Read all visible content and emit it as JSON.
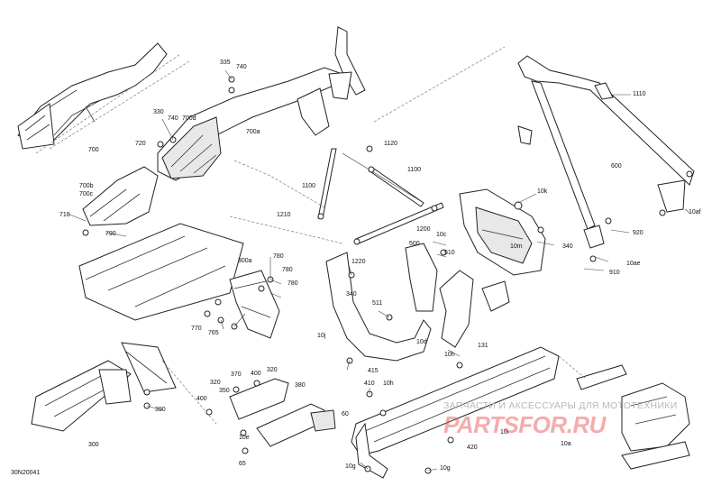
{
  "diagram_code": "30N20041",
  "watermark": {
    "line1": "ЗАПЧАСТИ И АКСЕССУАРЫ ДЛЯ МОТОТЕХНИКИ",
    "logo": "PARTSFOR.RU"
  },
  "callouts": {
    "c335": "335",
    "c740a": "740",
    "c330": "330",
    "c740b": "740",
    "c700d": "700d",
    "c720": "720",
    "c700": "700",
    "c700a": "700a",
    "c700b": "700b",
    "c700c": "700c",
    "c710": "710",
    "c790": "790",
    "c1120": "1120",
    "c1100": "1100",
    "c1110": "1110",
    "c600": "600",
    "c1100b": "1100",
    "c10k": "10k",
    "c10af": "10af",
    "c1210": "1210",
    "c1200": "1200",
    "c10c": "10c",
    "c10m": "10m",
    "c920": "920",
    "c340a": "340",
    "c500": "500",
    "c510": "510",
    "c10ae": "10ae",
    "c910": "910",
    "c1220": "1220",
    "c300a": "300a",
    "c780a": "780",
    "c780b": "780",
    "c780c": "780",
    "c340b": "340",
    "c511": "511",
    "c770": "770",
    "c765": "765",
    "c10j": "10j",
    "c10d": "10d",
    "c131": "131",
    "c10h": "10h",
    "c415": "415",
    "c410": "410",
    "c10h2": "10h",
    "c370": "370",
    "c400": "400",
    "c320a": "320",
    "c320b": "320",
    "c350": "350",
    "c380": "380",
    "c400b": "400",
    "c390": "390",
    "c60": "60",
    "c10e": "10e",
    "c65": "65",
    "c300": "300",
    "c10a": "10a",
    "c10g": "10g",
    "c10g2": "10g",
    "c420": "420",
    "c10i": "10i"
  }
}
